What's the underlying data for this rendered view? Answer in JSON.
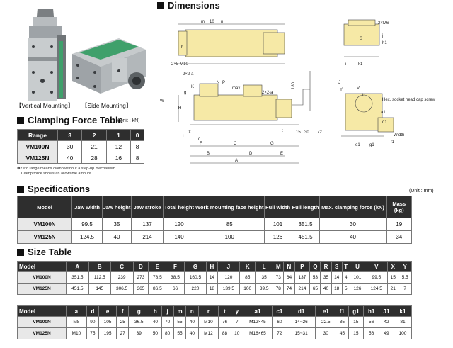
{
  "captions": {
    "vertical": "【Vertical Mounting】",
    "side": "【Side Mounting】"
  },
  "clamping": {
    "title": "Clamping Force Table",
    "unit": "(Unit : kN)",
    "headers": [
      "Range",
      "3",
      "2",
      "1",
      "0"
    ],
    "rows": [
      [
        "VM100N",
        "30",
        "21",
        "12",
        "8"
      ],
      [
        "VM125N",
        "40",
        "28",
        "16",
        "8"
      ]
    ],
    "note1": "✽Zero range means clamp without a step-up mechanism.",
    "note2": "Clamp force shows an allowable amount."
  },
  "dimensions": {
    "title": "Dimensions",
    "labels": [
      "m",
      "10",
      "n",
      "2×M6",
      "h",
      "2×5-M10",
      "i",
      "k1",
      "2×2-a",
      "K",
      "max",
      "P",
      "N",
      "2×2-a",
      "180",
      "H",
      "J",
      "Y",
      "V",
      "Hex. socket head cap screw",
      "a1",
      "Width",
      "d1",
      "f1",
      "W",
      "g",
      "X",
      "L",
      "d",
      "t",
      "15",
      "30",
      "72",
      "C",
      "F",
      "G",
      "B",
      "D",
      "E",
      "A",
      "S",
      "j",
      "h1",
      "e1",
      "g1",
      "U"
    ]
  },
  "specifications": {
    "title": "Specifications",
    "unit": "(Unit : mm)",
    "headers": [
      "Model",
      "Jaw width",
      "Jaw height",
      "Jaw stroke",
      "Total height",
      "Work mounting face height",
      "Full width",
      "Full length",
      "Max. clamping force (kN)",
      "Mass (kg)"
    ],
    "rows": [
      [
        "VM100N",
        "99.5",
        "35",
        "137",
        "120",
        "85",
        "101",
        "351.5",
        "30",
        "19"
      ],
      [
        "VM125N",
        "124.5",
        "40",
        "214",
        "140",
        "100",
        "126",
        "451.5",
        "40",
        "34"
      ]
    ]
  },
  "size_table": {
    "title": "Size Table",
    "headers1": [
      "Model",
      "A",
      "B",
      "C",
      "D",
      "E",
      "F",
      "G",
      "H",
      "J",
      "K",
      "L",
      "M",
      "N",
      "P",
      "Q",
      "R",
      "S",
      "T",
      "U",
      "V",
      "X",
      "Y"
    ],
    "rows1": [
      [
        "VM100N",
        "351.5",
        "112.5",
        "239",
        "273",
        "78.5",
        "38.5",
        "160.5",
        "14",
        "120",
        "85",
        "35",
        "73",
        "64",
        "137",
        "53",
        "35",
        "14",
        "4",
        "101",
        "99.5",
        "15",
        "5.5"
      ],
      [
        "VM125N",
        "451.5",
        "145",
        "306.5",
        "365",
        "86.5",
        "66",
        "220",
        "18",
        "139.5",
        "100",
        "39.5",
        "78",
        "74",
        "214",
        "65",
        "40",
        "18",
        "5",
        "126",
        "124.5",
        "21",
        "7"
      ]
    ],
    "headers2": [
      "Model",
      "a",
      "d",
      "e",
      "f",
      "g",
      "h",
      "j",
      "m",
      "n",
      "r",
      "t",
      "y",
      "a1",
      "c1",
      "d1",
      "e1",
      "f1",
      "g1",
      "h1",
      "J1",
      "k1"
    ],
    "rows2": [
      [
        "VM100N",
        "M8",
        "90",
        "105",
        "25",
        "36.5",
        "40",
        "70",
        "55",
        "40",
        "M10",
        "76",
        "7",
        "M12×45",
        "60",
        "14~26",
        "22.5",
        "35",
        "15",
        "56",
        "42",
        "81"
      ],
      [
        "VM125N",
        "M10",
        "75",
        "195",
        "27",
        "39",
        "50",
        "80",
        "55",
        "40",
        "M12",
        "88",
        "10",
        "M16×65",
        "72",
        "15~31",
        "30",
        "45",
        "15",
        "56",
        "49",
        "100"
      ]
    ]
  }
}
